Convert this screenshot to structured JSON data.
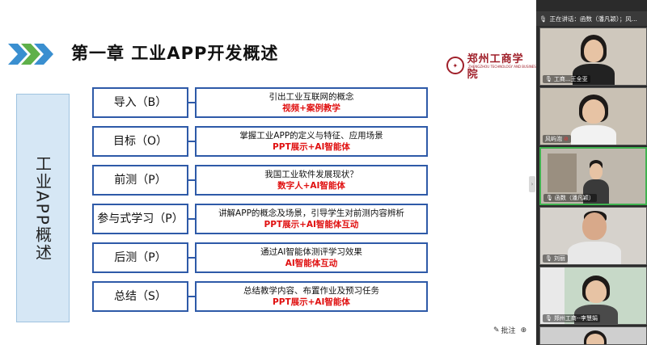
{
  "slide": {
    "title": "第一章 工业APP开发概述",
    "logo_text": "郑州工商学院",
    "logo_subtitle": "ZHENGZHOU TECHNOLOGY AND BUSINESS UNIVERSITY",
    "side_label": "工业APP概述",
    "steps": [
      {
        "label": "导入（B）",
        "desc": "引出工业互联网的概念",
        "method": "视频+案例教学"
      },
      {
        "label": "目标（O）",
        "desc": "掌握工业APP的定义与特征、应用场景",
        "method": "PPT展示+AI智能体"
      },
      {
        "label": "前测（P）",
        "desc": "我国工业软件发展现状？",
        "method": "数字人+AI智能体"
      },
      {
        "label": "参与式学习（P）",
        "desc": "讲解APP的概念及场景，引导学生对前测内容辨析",
        "method": "PPT展示+AI智能体互动"
      },
      {
        "label": "后测（P）",
        "desc": "通过AI智能体测评学习效果",
        "method": "AI智能体互动"
      },
      {
        "label": "总结（S）",
        "desc": "总结教学内容、布置作业及预习任务",
        "method": "PPT展示+AI智能体"
      }
    ],
    "tools": {
      "annotate": "批注"
    },
    "accent": "#2e5aa8",
    "method_color": "#e01010",
    "panel_color": "#d6e7f5"
  },
  "videos": {
    "speaker_bar": "正在讲话：函数（潘凡颖）；风...",
    "participants": [
      {
        "name": "工商...王全亚",
        "icon": "mic-icon"
      },
      {
        "name": "风屿泡",
        "icon": "mic-muted-icon"
      },
      {
        "name": "函数（潘凡颖）",
        "icon": "mic-icon"
      },
      {
        "name": "刘丽",
        "icon": "mic-icon"
      },
      {
        "name": "郑州工商--李慧娟",
        "icon": "mic-icon"
      },
      {
        "name": "",
        "icon": ""
      }
    ]
  }
}
